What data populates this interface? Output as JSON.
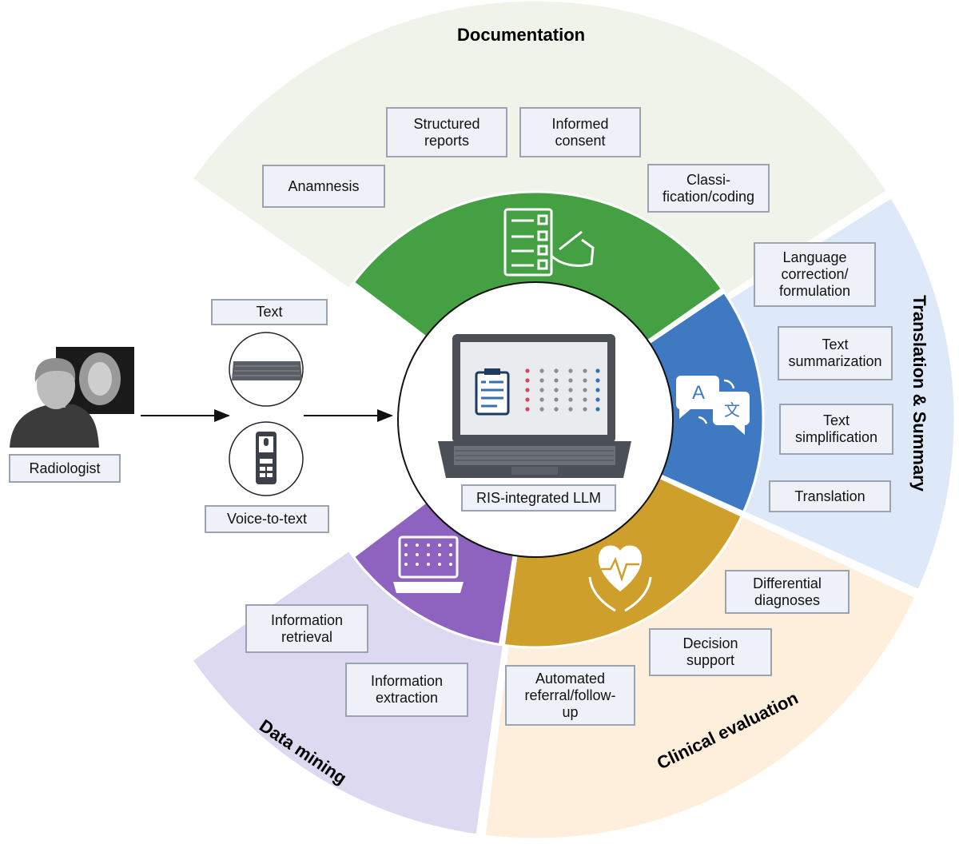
{
  "colors": {
    "documentation_outer": "#eff3e9",
    "translation_outer": "#dde9f8",
    "clinical_outer": "#fdefdc",
    "datamining_outer": "#dcd9f1",
    "documentation_inner": "#44a043",
    "translation_inner": "#3f79c2",
    "clinical_inner": "#cf9f2c",
    "datamining_inner": "#8e63bf",
    "box_fill": "#eef2f8",
    "box_border": "#9aa3ae"
  },
  "input": {
    "radiologist_label": "Radiologist",
    "text_label": "Text",
    "voice_label": "Voice-to-text"
  },
  "center": {
    "label": "RIS-integrated LLM"
  },
  "sectors": {
    "documentation": {
      "title": "Documentation",
      "icon": "checklist-writing-icon",
      "items": [
        "Anamnesis",
        "Structured\nreports",
        "Informed\nconsent",
        "Classi-\nfication/coding"
      ]
    },
    "translation": {
      "title": "Translation & Summary",
      "icon": "translate-icon",
      "items": [
        "Language\ncorrection/\nformulation",
        "Text\nsummarization",
        "Text\nsimplification",
        "Translation"
      ]
    },
    "clinical": {
      "title": "Clinical evaluation",
      "icon": "heart-hands-icon",
      "items": [
        "Differential\ndiagnoses",
        "Decision\nsupport",
        "Automated\nreferral/follow-\nup"
      ]
    },
    "datamining": {
      "title": "Data mining",
      "icon": "laptop-network-icon",
      "items": [
        "Information\nretrieval",
        "Information\nextraction"
      ]
    }
  }
}
